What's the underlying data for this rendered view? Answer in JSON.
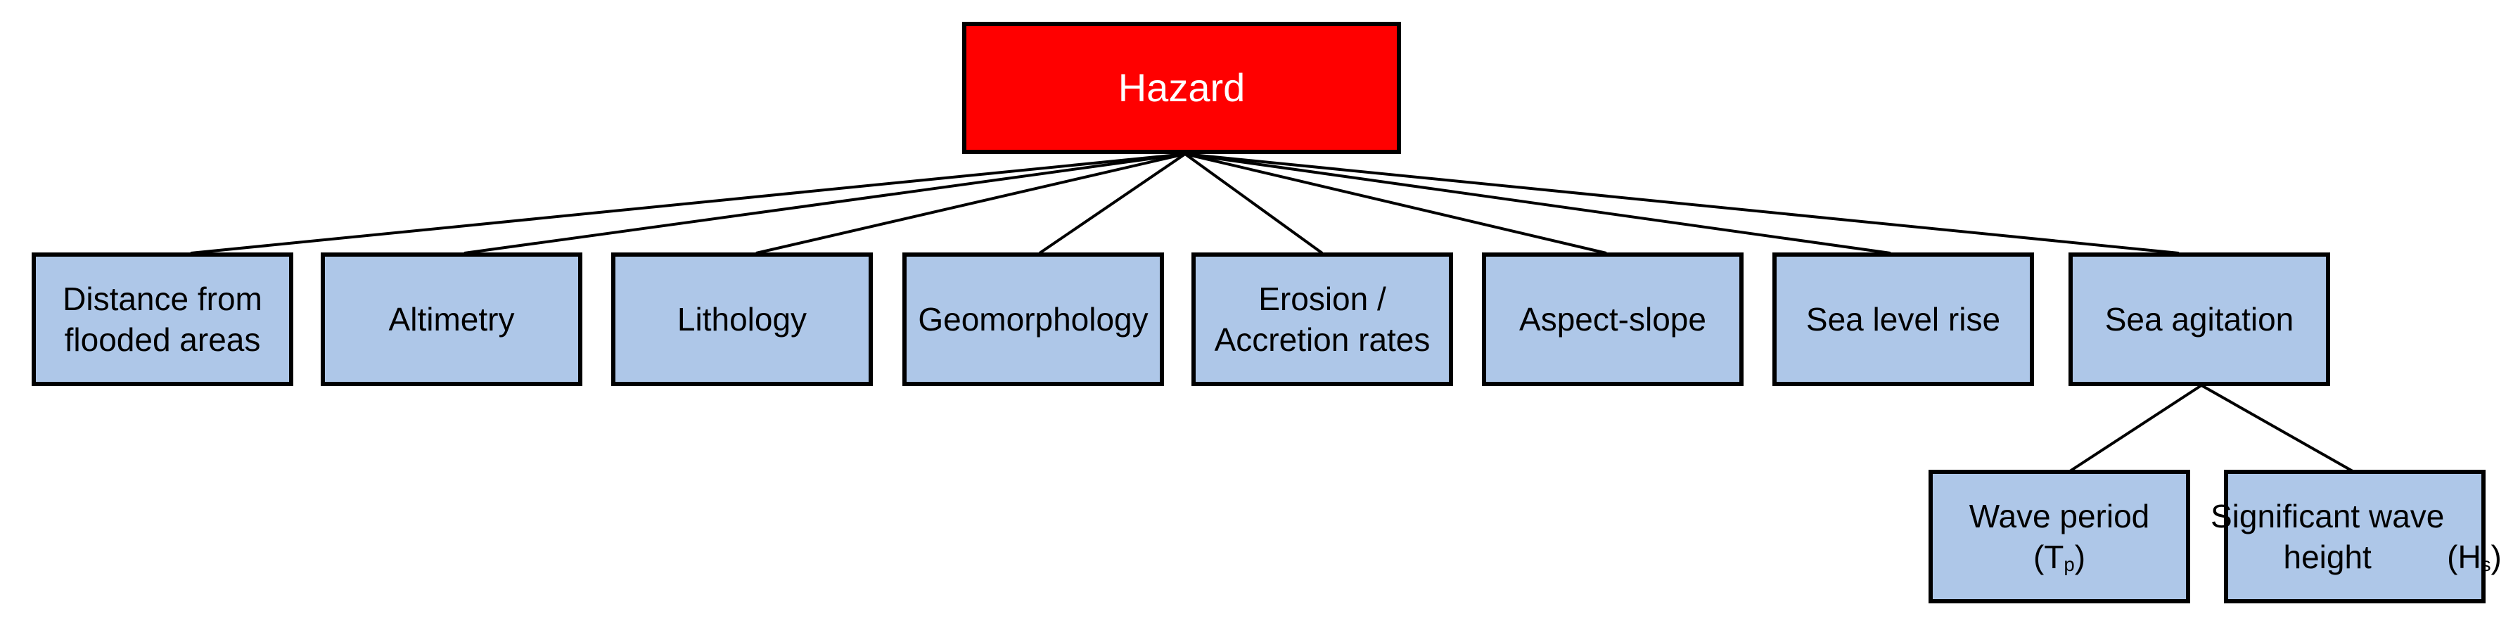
{
  "colors": {
    "root_fill": "#ff0000",
    "root_text": "#ffffff",
    "node_fill": "#aec7e8",
    "border": "#000000",
    "connector": "#000000"
  },
  "root": {
    "label": "Hazard"
  },
  "children": [
    {
      "label": "Distance from flooded areas"
    },
    {
      "label": "Altimetry"
    },
    {
      "label": "Lithology"
    },
    {
      "label": "Geomorphology"
    },
    {
      "label": "Erosion / Accretion rates"
    },
    {
      "label": "Aspect-slope"
    },
    {
      "label": "Sea level rise"
    },
    {
      "label": "Sea agitation"
    }
  ],
  "sea_agitation_children": [
    {
      "label_main": "Wave period",
      "label_open": "(T",
      "label_sub": "p",
      "label_close": ")"
    },
    {
      "label_main": "Significant wave height",
      "label_open": "(H",
      "label_sub": "s",
      "label_close": ")"
    }
  ]
}
